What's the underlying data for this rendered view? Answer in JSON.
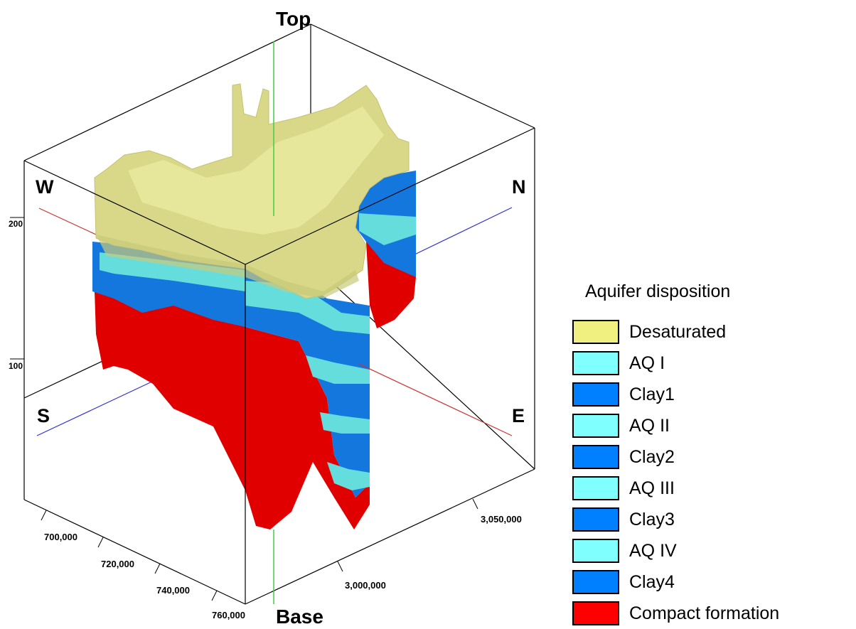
{
  "view": {
    "top_label": "Top",
    "base_label": "Base",
    "directions": {
      "west": "W",
      "north": "N",
      "south": "S",
      "east": "E"
    }
  },
  "elevation_ticks": [
    "200",
    "100"
  ],
  "easting_ticks": [
    "700,000",
    "720,000",
    "740,000",
    "760,000"
  ],
  "northing_ticks": [
    "3,050,000",
    "3,000,000"
  ],
  "legend": {
    "title": "Aquifer disposition",
    "items": [
      {
        "label": "Desaturated",
        "color": "#f0f080"
      },
      {
        "label": "AQ I",
        "color": "#80ffff"
      },
      {
        "label": "Clay1",
        "color": "#0080ff"
      },
      {
        "label": "AQ II",
        "color": "#80ffff"
      },
      {
        "label": "Clay2",
        "color": "#0080ff"
      },
      {
        "label": "AQ III",
        "color": "#80ffff"
      },
      {
        "label": "Clay3",
        "color": "#0080ff"
      },
      {
        "label": "AQ IV",
        "color": "#80ffff"
      },
      {
        "label": "Clay4",
        "color": "#0080ff"
      },
      {
        "label": "Compact formation",
        "color": "#ff0000"
      }
    ]
  },
  "colors": {
    "desaturated_top": "#d8d888",
    "aquifer": "#66dddd",
    "clay": "#1477dd",
    "compact": "#e00000",
    "ew_axis": "#cc3333",
    "ns_axis": "#3333cc",
    "vertical_axis": "#44cc44"
  }
}
